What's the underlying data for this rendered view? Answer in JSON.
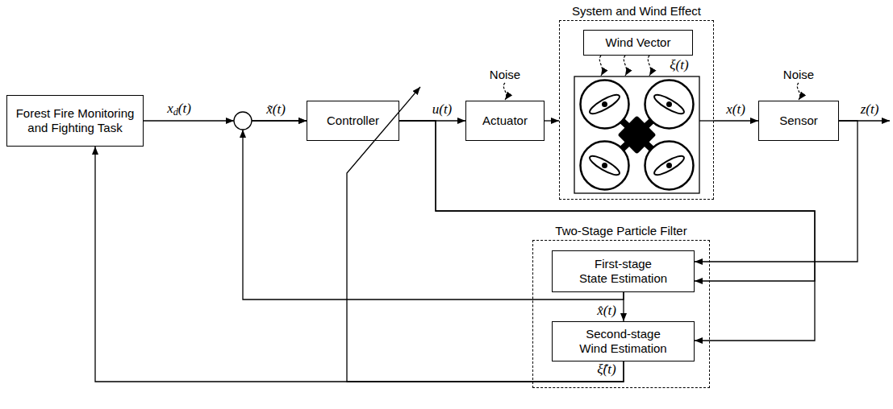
{
  "diagram": {
    "nodes": [
      {
        "text": [
          "Forest Fire Monitoring and Fighting Task"
        ]
      },
      {
        "text": [
          "Controller"
        ]
      },
      {
        "text": [
          "Actuator"
        ]
      },
      {
        "text": [
          "System and Wind Effect"
        ]
      },
      {
        "text": [
          "Wind Vector"
        ],
        "in": 3
      },
      {
        "text": [
          "Sensor"
        ]
      },
      {
        "text": [
          "Two-Stage Particle Filter"
        ]
      },
      {
        "text": [
          "First-stage State Estimation"
        ],
        "in": 6
      },
      {
        "text": [
          "Second-stage Wind Estimation"
        ],
        "in": 6
      }
    ],
    "edges": [
      {
        "from": 0,
        "to": 1,
        "arrow": "to"
      },
      {
        "from": 1,
        "to": 2,
        "label": "u(t)",
        "arrow": "to"
      },
      {
        "from": 2,
        "to": 3,
        "arrow": "to"
      },
      {
        "from": 3,
        "to": 5,
        "label": "x(t)",
        "arrow": "to"
      },
      {
        "from": 5,
        "to": 7,
        "arrow": "to"
      },
      {
        "from": 1,
        "to": 7,
        "arrow": "to"
      },
      {
        "from": 1,
        "to": 8,
        "arrow": "to"
      },
      {
        "from": 7,
        "to": 1,
        "label": "x̂(t)",
        "arrow": "to"
      },
      {
        "from": 7,
        "to": 8,
        "arrow": "to"
      },
      {
        "from": 8,
        "to": 0,
        "label": "ξ̂(t)",
        "arrow": "to"
      },
      {
        "from": 8,
        "to": 1,
        "arrow": "none"
      }
    ],
    "labels": [
      "Noise",
      "Noise",
      "xd(t)",
      "x̃(t)",
      "ξ(t)",
      "z(t)"
    ]
  }
}
